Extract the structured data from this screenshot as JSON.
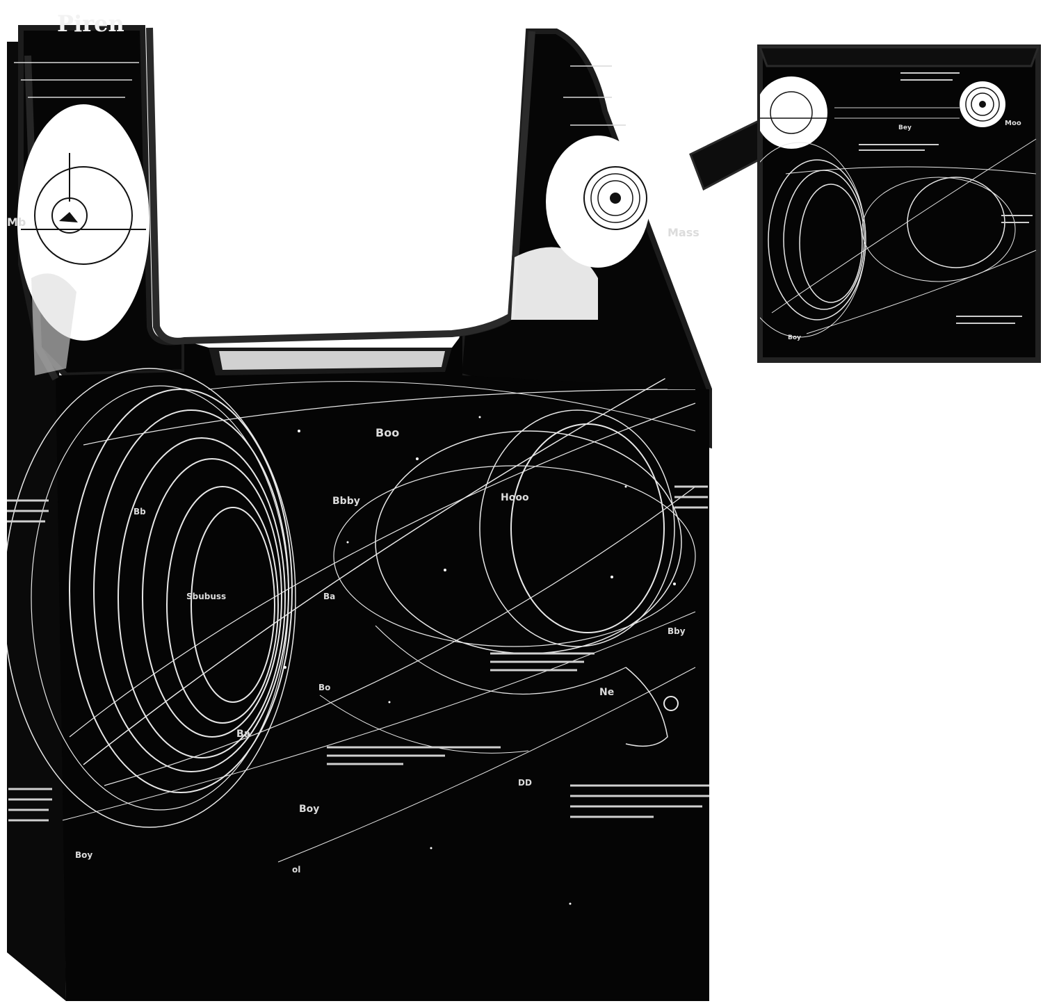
{
  "product": {
    "colors": {
      "bag_body": "#050505",
      "print_lines": "#e8e8e8",
      "binding_edge": "#222222",
      "background": "#ffffff"
    },
    "main_bag": {
      "print_header": "Piren",
      "print_labels": [
        "Boo",
        "Mb",
        "Mass",
        "Bbby",
        "Hooo",
        "Sbubuss",
        "Bb",
        "Ba",
        "Ba",
        "Boy",
        "Boy",
        "Bby",
        "DD",
        "Bo",
        "Ne",
        "ol"
      ]
    },
    "folded_pouch": {
      "print_labels": [
        "Moo",
        "Bey",
        "Boy"
      ]
    }
  }
}
